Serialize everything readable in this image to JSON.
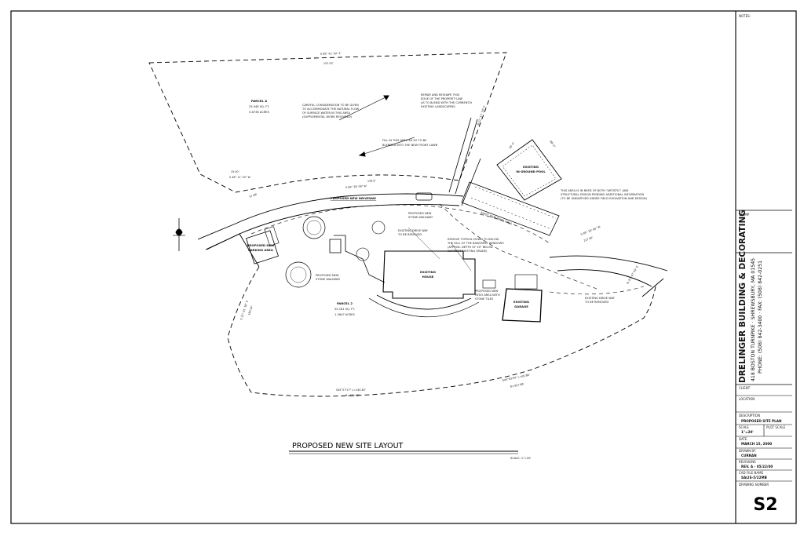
{
  "title_block": {
    "notes_label": "NOTES:",
    "stamp_label": "STAMP",
    "company_name": "DRELINGER BUILDING & DECORATING",
    "company_address": "418 BOSTON TURNPIKE · SHREWSBURY, MA 01545",
    "company_phone": "PHONE: (508) 842-3400 · FAX: (508) 842-0251",
    "client_label": "CLIENT",
    "location_label": "LOCATION",
    "description_label": "DESCRIPTION",
    "description_value": "PROPOSED SITE PLAN",
    "scale_label": "SCALE",
    "scale_value": "1\"=20'",
    "plot_scale_label": "PLOT SCALE",
    "date_label": "DATE",
    "date_value": "MARCH 15, 2000",
    "drawn_by_label": "DRAWN BY",
    "drawn_by_value": "CURRAN",
    "revisions_label": "REVISIONS",
    "revisions_value": "REV. A - 05/22/00",
    "cad_file_label": "CAD FILE NAME",
    "cad_file_value": "SALIS-5/22MB",
    "drawing_number_label": "DRAWING NUMBER",
    "drawing_number": "S2"
  },
  "drawing": {
    "title": "PROPOSED NEW SITE LAYOUT",
    "scale_note": "SCALE: 1\"=20'",
    "parcel_a": [
      "PARCEL A",
      "29,348 SQ. FT.",
      "0.6736 ACRES"
    ],
    "parcel_2": [
      "PARCEL 2",
      "55,181 SQ. FT.",
      "1.2647 ACRES"
    ],
    "existing_house": [
      "EXISTING",
      "HOUSE"
    ],
    "existing_garage": [
      "EXISTING",
      "GARAGE"
    ],
    "existing_pool": [
      "EXISTING",
      "IN GROUND POOL"
    ],
    "proposed_parking": [
      "PROPOSED NEW",
      "PARKING AREA"
    ],
    "proposed_driveway": "PROPOSED NEW DRIVEWAY",
    "notes": {
      "careful": [
        "CAREFUL CONSIDERATION TO BE GIVEN",
        "TO ACCOMMODATE THE NATURAL FLOW",
        "OF SURFACE WATER IN THIS AREA",
        "(SUPPLEMENTAL WORK REQUIRED)"
      ],
      "fill": [
        "FILL IN THIS AREA AS SO TO BE",
        "BLENDED INTO THE NEW FRONT LAWN"
      ],
      "repair": [
        "REPAIR AND RESHAPE THIS",
        "EDGE OF THE PROPERTY LINE",
        "AS TO BLEND WITH THE CURRENTLY",
        "EXISTING LANDSCAPING"
      ],
      "area_rock": [
        "THIS AREA IS IN NEED OF BOTH \"ARTISTIC\" AND",
        "STRUCTURAL DESIGN PENDING ADDITIONAL INFORMATION",
        "(TO BE UNEARTHED UNDER FIELD EXCAVATION AND DESIGN)"
      ],
      "walkway_top": [
        "PROPOSED NEW",
        "STONE WALKWAY"
      ],
      "walkway_left": [
        "PROPOSED NEW",
        "STONE WALKWAY"
      ],
      "drive_removed_1": [
        "EXISTING DRIVE WAY",
        "TO BE REMOVED"
      ],
      "drive_removed_2": [
        "EXISTING DRIVE WAY",
        "TO BE REMOVED"
      ],
      "topsoil": [
        "REMOVE TOPSOIL DOWN TO BELOW",
        "THE FALL OF THE BASEMENT WINDOWS",
        "(APPROX. DEPTH OF 20\" BELOW",
        "CURRENT EXISTING GRADE)"
      ],
      "patio": [
        "PROPOSED NEW",
        "PATIO AREA WITH",
        "STONE TILES"
      ],
      "retaining": "EXIST. RETAINING WALL"
    },
    "bearings": {
      "top": "S 69° 41' 09\" E",
      "top_dist": "153.92'",
      "mid": "S 69° 38' 09\" W",
      "mid_dist": "139.0'",
      "bottom_left": "S45°27'27\" L=140.82'",
      "bottom_left_2": "R=484.65'",
      "bottom_right": "S45°03'04\" L=69.86'",
      "bottom_right_2": "R=457.98'",
      "right": "S 69° 18' 00\" W",
      "right_dist": "227.81'",
      "left_a": "25.00'",
      "left_b": "S 48° 11' 25\" W",
      "left_c": "57.86'",
      "west_dim": "180.54'",
      "west_dim2": "S 21° 01' 16\" E",
      "pool_dim_1": "28' 0\"",
      "pool_dim_2": "48'-0\"",
      "east_dim": "N 11° 47' 29\" E",
      "right_edge": "N 31° 47' 02\" E"
    }
  }
}
